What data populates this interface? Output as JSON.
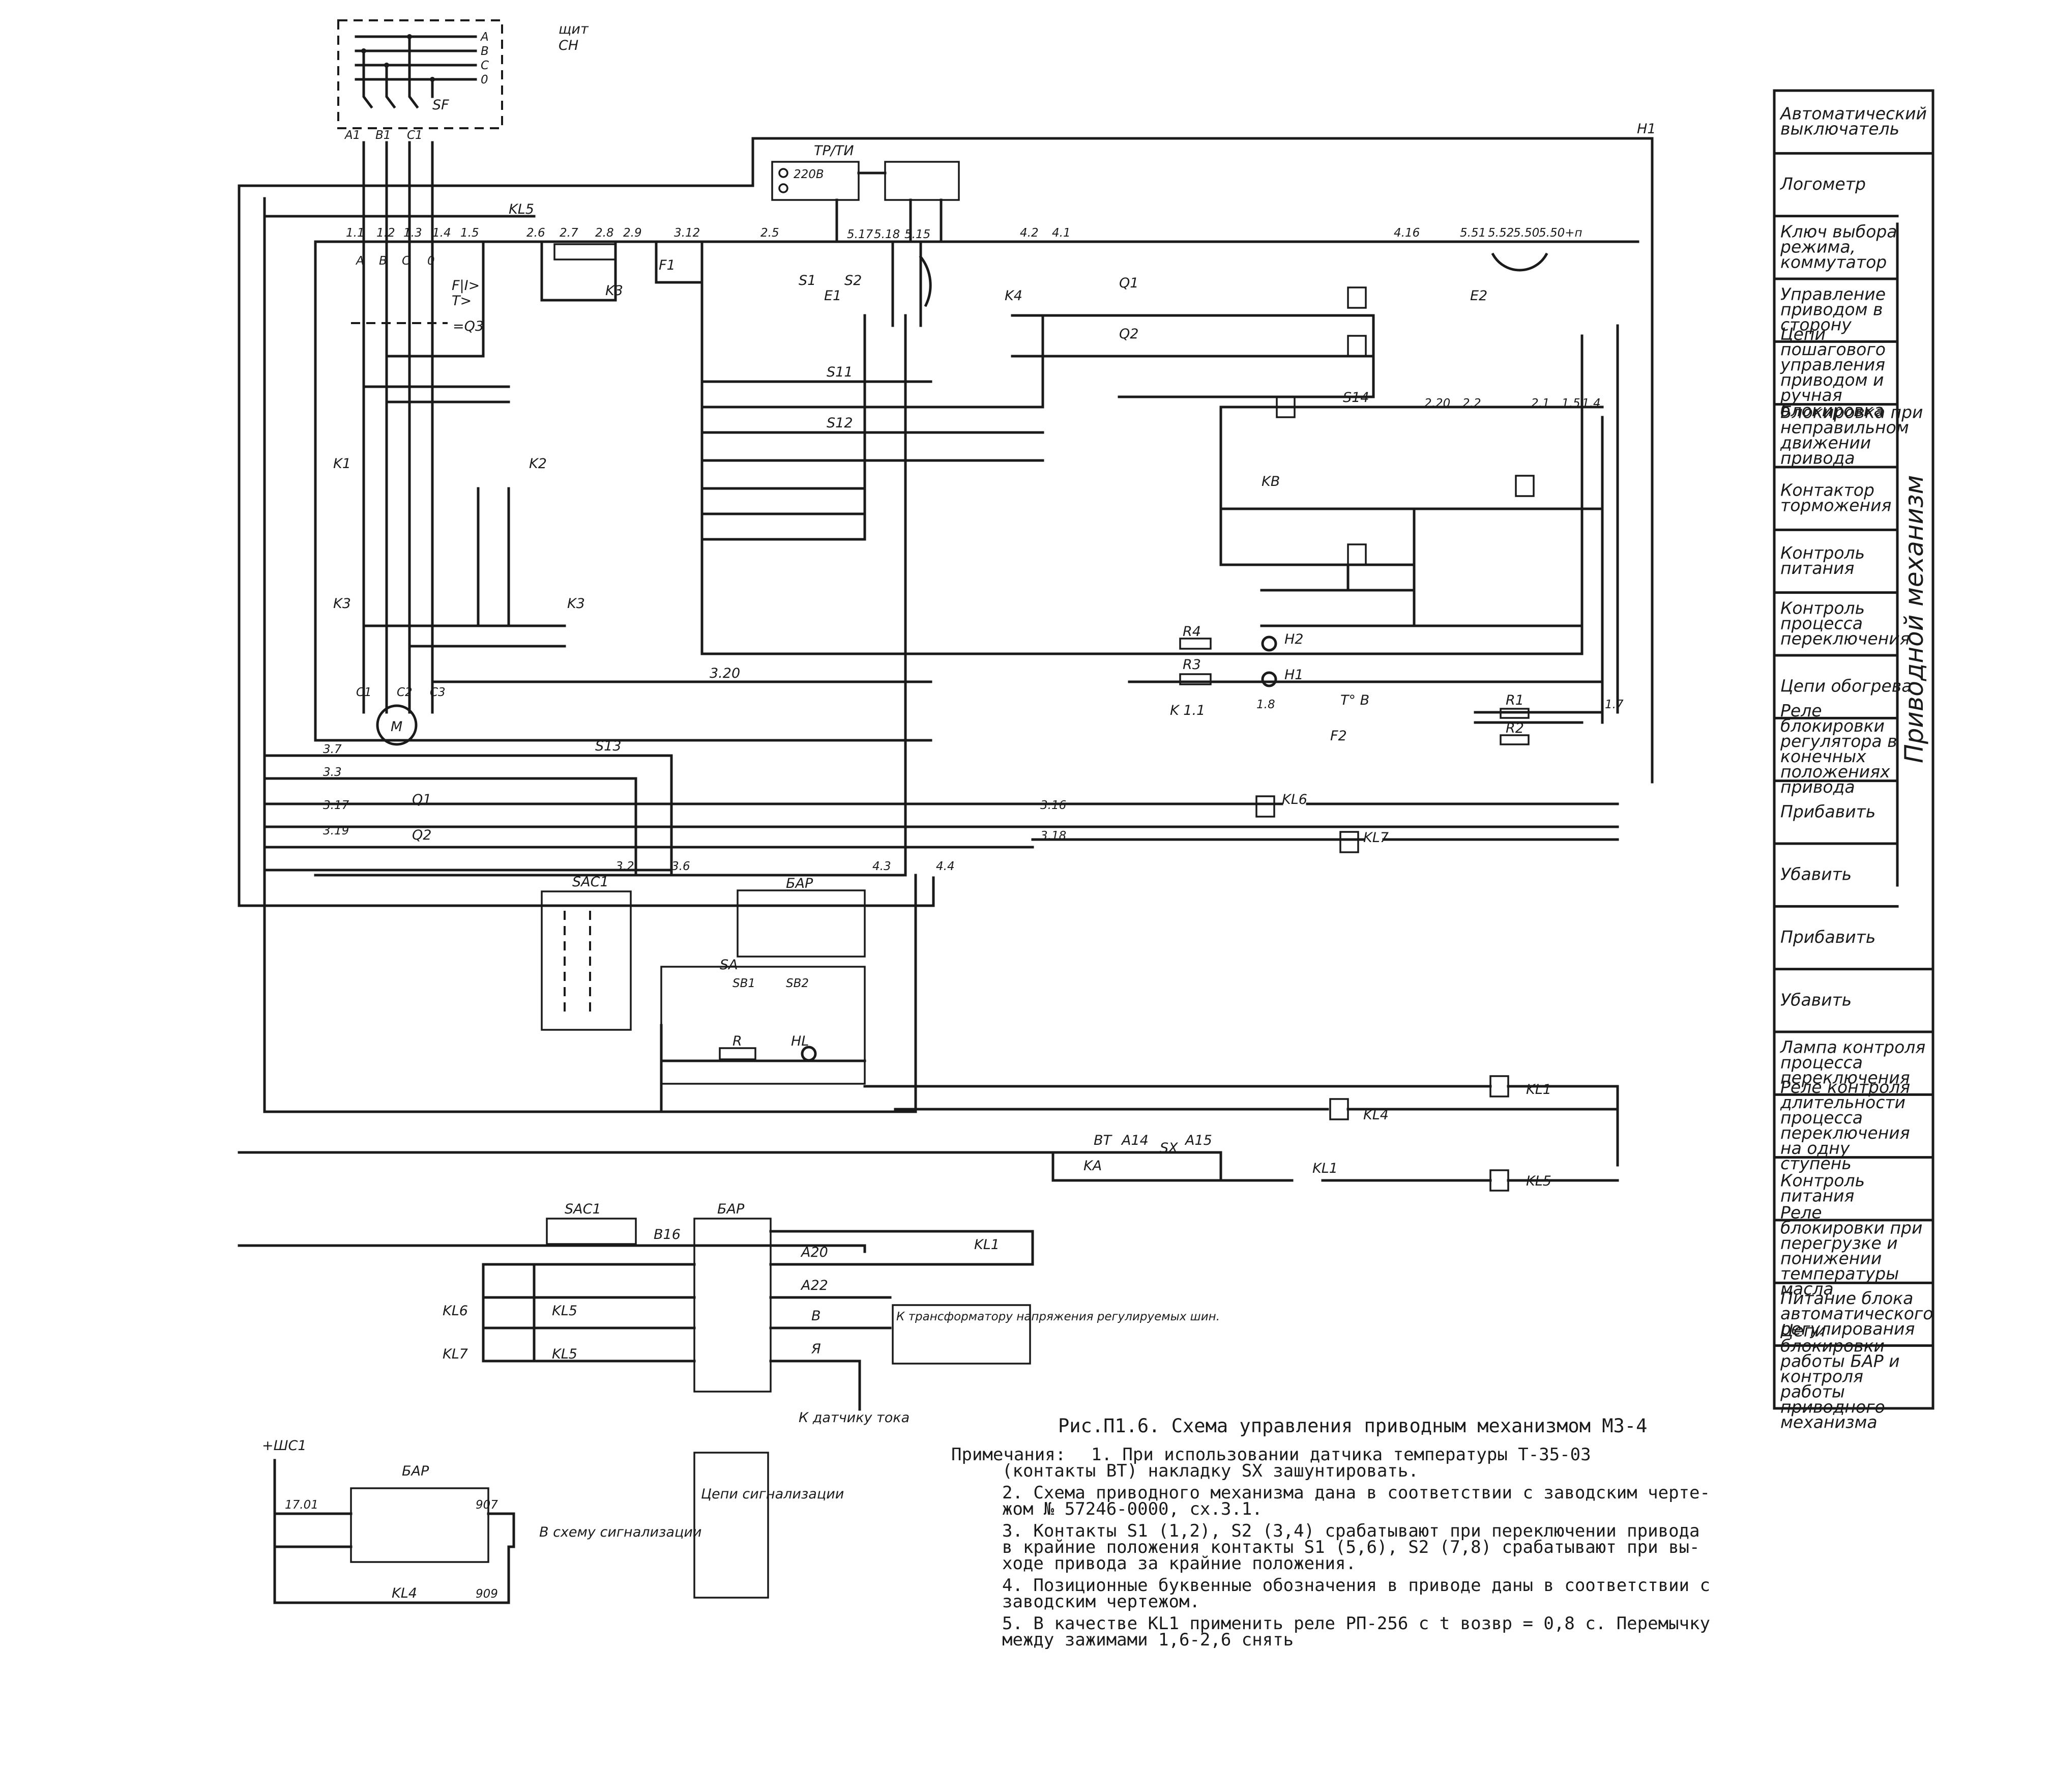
{
  "shield": {
    "title": "щит",
    "sub": "СН",
    "phases": [
      "A",
      "B",
      "C",
      "0"
    ],
    "breaker": "SF",
    "phase_labels": [
      "A1",
      "B1",
      "C1"
    ]
  },
  "top_bus": {
    "h1": "H1",
    "trtu": "ТР/ТИ",
    "tr_input": "220В",
    "terms_top": [
      "1.1",
      "1.2",
      "1.3",
      "1.4",
      "1.5",
      "2.6",
      "2.7",
      "2.8",
      "2.9",
      "3.12",
      "2.5",
      "5.17",
      "5.18",
      "5.15",
      "4.2",
      "4.1",
      "4.16",
      "5.51",
      "5.52",
      "5.50",
      "5.50+п"
    ],
    "phase_marks": [
      "A",
      "B",
      "C",
      "0"
    ]
  },
  "protect": {
    "q3": "=Q3",
    "fi": "F|I>",
    "t": "T>",
    "kl5": "KL5",
    "k3": "K3",
    "f1": "F1",
    "e1": "E1",
    "e2": "E2"
  },
  "contactors": {
    "k1": "K1",
    "k2": "K2",
    "k3": "K3",
    "motor": "M",
    "terms": [
      "C1",
      "C2",
      "C3"
    ],
    "node": "3.20"
  },
  "logic": {
    "s1": "S1",
    "s2": "S2",
    "s11": "S11",
    "s12": "S12",
    "k4": "K4",
    "q1": "Q1",
    "q2": "Q2",
    "s14": "S14",
    "r1": "R1",
    "r2": "R2",
    "r3": "R3",
    "r4": "R4",
    "h1": "H1",
    "h2": "H2",
    "k11": "K 1.1",
    "tb": "T° B",
    "f2": "F2",
    "kb": "KB",
    "node_rows": [
      "2.20",
      "2.2",
      "2.1",
      "1.5",
      "1.4",
      "1.8",
      "1.7"
    ]
  },
  "blocking": {
    "s13": "S13",
    "q1": "Q1",
    "q2": "Q2",
    "kl6": "KL6",
    "kl7": "KL7",
    "rows": [
      "3.7",
      "3.3",
      "3.17",
      "3.19",
      "3.16",
      "3.18",
      "3.2",
      "3.6",
      "4.3",
      "4.4"
    ]
  },
  "units": {
    "sac1": "SAC1",
    "bar": "БАР",
    "sa": "SA",
    "sb1": "SB1",
    "sb2": "SB2",
    "r": "R",
    "hl": "HL",
    "b16": "В16",
    "a20": "А20",
    "a22": "А22",
    "b": "В",
    "ya": "Я",
    "kl1": "KL1",
    "kl4": "KL4",
    "kl5": "KL5",
    "ka": "KA",
    "sx": "SX",
    "bt": "ВТ",
    "a14": "А14",
    "a15": "А15",
    "to_trans": "К трансформатору напряжения регулируемых шин.",
    "to_sensor": "К датчику тока"
  },
  "signal": {
    "supply": "+ШС1",
    "n1": "17.01",
    "n2": "907",
    "n3": "909",
    "to_alarm": "В схему сигнализации",
    "alarm_box": "Цепи сигнализации"
  },
  "side_table": {
    "vertical": "Приводной механизм",
    "rows": [
      "Автоматический выключатель",
      "Логометр",
      "Ключ выбора режима, коммутатор",
      "Управление приводом в сторону",
      "Цепи пошагового управления приводом и ручная блокировка",
      "Блокировка при неправильном движении привода",
      "Контактор торможения",
      "Контроль питания",
      "Контроль процесса переключения",
      "Цепи обогрева",
      "Реле блокировки регулятора в конечных положениях привода",
      "Прибавить",
      "Убавить",
      "Прибавить",
      "Убавить",
      "Лампа контроля процесса переключения",
      "Реле контроля длительности процесса переключения на одну ступень",
      "Контроль питания",
      "Реле блокировки при перегрузке и понижении температуры масла",
      "Питание блока автоматического регулирования",
      "Цепи блокировки работы БАР и контроля работы приводного механизма"
    ]
  },
  "caption": "Рис.П1.6. Схема управления приводным механизмом МЗ-4",
  "notes": {
    "header": "Примечания:",
    "n1a": "1. При использовании датчика температуры Т-35-03",
    "n1b": "(контакты ВТ) накладку SX зашунтировать.",
    "n2a": "2. Схема приводного механизма дана в соответствии с заводским черте-",
    "n2b": "жом № 57246-0000, сх.3.1.",
    "n3a": "3. Контакты S1 (1,2), S2 (3,4) срабатывают при переключении привода",
    "n3b": "в крайние положения  контакты S1 (5,6), S2 (7,8) срабатывают при вы-",
    "n3c": "ходе привода за крайние положения.",
    "n4a": "4. Позиционные буквенные обозначения в приводе даны в соответствии с",
    "n4b": "заводским чертежом.",
    "n5a": "5. В качестве KL1 применить реле РП-256 с t возвр = 0,8 с. Перемычку",
    "n5b": "между зажимами 1,6-2,6 снять"
  }
}
